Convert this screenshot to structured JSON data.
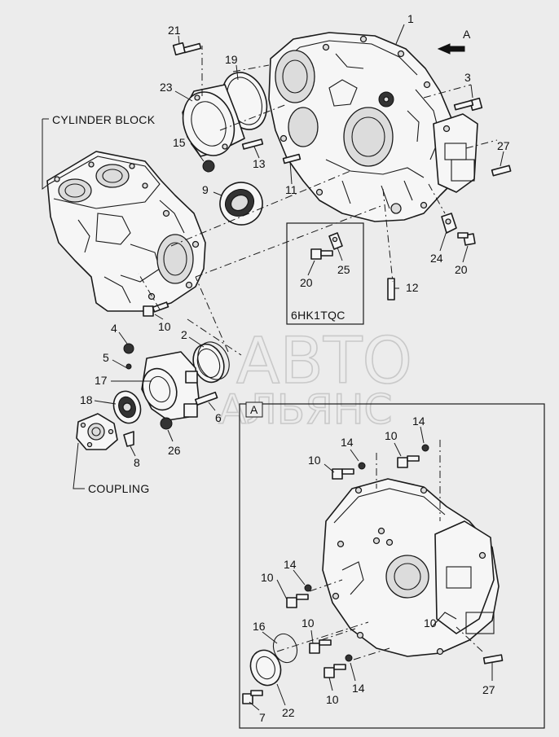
{
  "labels": {
    "cylinder_block": "CYLINDER BLOCK",
    "coupling": "COUPLING",
    "variant_box": "6HK1TQC",
    "view_arrow": "A",
    "detail_view": "A",
    "watermark_line1": "АВТО",
    "watermark_line2": "АЛЬЯНС"
  },
  "callouts": {
    "main": [
      "21",
      "19",
      "1",
      "23",
      "3",
      "15",
      "13",
      "11",
      "27",
      "9",
      "24",
      "20",
      "12",
      "10",
      "4",
      "2",
      "5",
      "17",
      "18",
      "6",
      "26",
      "8"
    ],
    "variant_box": [
      "20",
      "25"
    ],
    "detail": [
      "14",
      "14",
      "10",
      "10",
      "10",
      "14",
      "10",
      "16",
      "10",
      "14",
      "10",
      "27",
      "7",
      "22"
    ]
  }
}
